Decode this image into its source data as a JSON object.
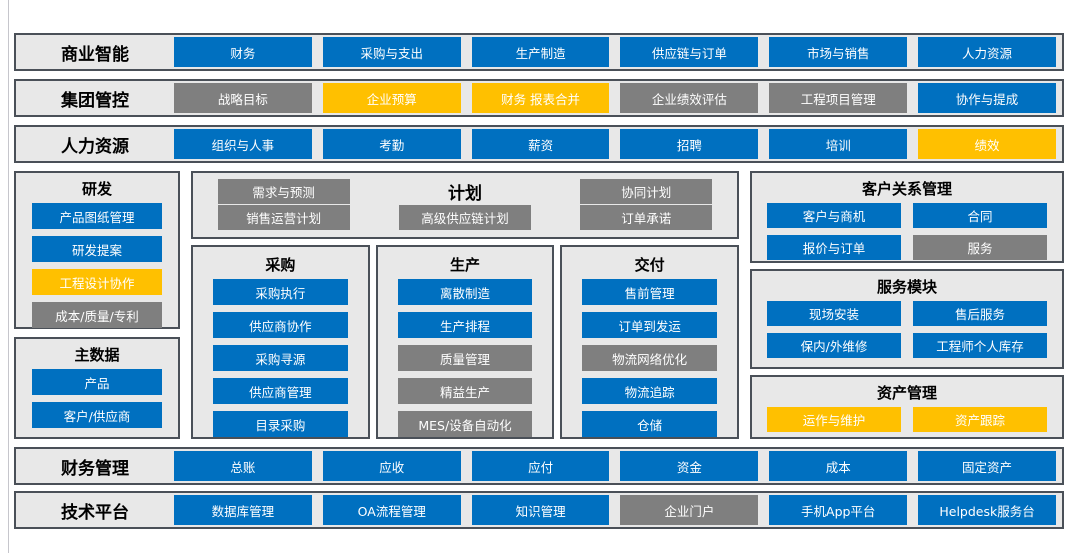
{
  "colors": {
    "blue": "#0070C0",
    "yellow": "#FFC000",
    "gray": "#7F7F7F",
    "panel_bg": "#E8E8E8",
    "panel_border": "#4A5058",
    "button_text": "#FFFFFF"
  },
  "bands": [
    {
      "label": "商业智能",
      "buttons": [
        {
          "label": "财务",
          "color": "blue"
        },
        {
          "label": "采购与支出",
          "color": "blue"
        },
        {
          "label": "生产制造",
          "color": "blue"
        },
        {
          "label": "供应链与订单",
          "color": "blue"
        },
        {
          "label": "市场与销售",
          "color": "blue"
        },
        {
          "label": "人力资源",
          "color": "blue"
        }
      ]
    },
    {
      "label": "集团管控",
      "buttons": [
        {
          "label": "战略目标",
          "color": "gray"
        },
        {
          "label": "企业预算",
          "color": "yellow"
        },
        {
          "label": "财务 报表合并",
          "color": "yellow"
        },
        {
          "label": "企业绩效评估",
          "color": "gray"
        },
        {
          "label": "工程项目管理",
          "color": "gray"
        },
        {
          "label": "协作与提成",
          "color": "blue"
        }
      ]
    },
    {
      "label": "人力资源",
      "buttons": [
        {
          "label": "组织与人事",
          "color": "blue"
        },
        {
          "label": "考勤",
          "color": "blue"
        },
        {
          "label": "薪资",
          "color": "blue"
        },
        {
          "label": "招聘",
          "color": "blue"
        },
        {
          "label": "培训",
          "color": "blue"
        },
        {
          "label": "绩效",
          "color": "yellow"
        }
      ]
    },
    {
      "label": "财务管理",
      "buttons": [
        {
          "label": "总账",
          "color": "blue"
        },
        {
          "label": "应收",
          "color": "blue"
        },
        {
          "label": "应付",
          "color": "blue"
        },
        {
          "label": "资金",
          "color": "blue"
        },
        {
          "label": "成本",
          "color": "blue"
        },
        {
          "label": "固定资产",
          "color": "blue"
        }
      ]
    },
    {
      "label": "技术平台",
      "buttons": [
        {
          "label": "数据库管理",
          "color": "blue"
        },
        {
          "label": "OA流程管理",
          "color": "blue"
        },
        {
          "label": "知识管理",
          "color": "blue"
        },
        {
          "label": "企业门户",
          "color": "gray"
        },
        {
          "label": "手机App平台",
          "color": "blue"
        },
        {
          "label": "Helpdesk服务台",
          "color": "blue"
        }
      ]
    }
  ],
  "middle": {
    "rnd": {
      "title": "研发",
      "buttons": [
        {
          "label": "产品图纸管理",
          "color": "blue"
        },
        {
          "label": "研发提案",
          "color": "blue"
        },
        {
          "label": "工程设计协作",
          "color": "yellow"
        },
        {
          "label": "成本/质量/专利",
          "color": "gray"
        }
      ]
    },
    "master_data": {
      "title": "主数据",
      "buttons": [
        {
          "label": "产品",
          "color": "blue"
        },
        {
          "label": "客户/供应商",
          "color": "blue"
        }
      ]
    },
    "plan": {
      "title": "计划",
      "top": [
        {
          "label": "需求与预测",
          "color": "gray"
        },
        {
          "label": "协同计划",
          "color": "gray"
        }
      ],
      "bottom": [
        {
          "label": "销售运营计划",
          "color": "gray"
        },
        {
          "label": "高级供应链计划",
          "color": "gray"
        },
        {
          "label": "订单承诺",
          "color": "gray"
        }
      ]
    },
    "procurement": {
      "title": "采购",
      "buttons": [
        {
          "label": "采购执行",
          "color": "blue"
        },
        {
          "label": "供应商协作",
          "color": "blue"
        },
        {
          "label": "采购寻源",
          "color": "blue"
        },
        {
          "label": "供应商管理",
          "color": "blue"
        },
        {
          "label": "目录采购",
          "color": "blue"
        }
      ]
    },
    "production": {
      "title": "生产",
      "buttons": [
        {
          "label": "离散制造",
          "color": "blue"
        },
        {
          "label": "生产排程",
          "color": "blue"
        },
        {
          "label": "质量管理",
          "color": "gray"
        },
        {
          "label": "精益生产",
          "color": "gray"
        },
        {
          "label": "MES/设备自动化",
          "color": "gray"
        }
      ]
    },
    "delivery": {
      "title": "交付",
      "buttons": [
        {
          "label": "售前管理",
          "color": "blue"
        },
        {
          "label": "订单到发运",
          "color": "blue"
        },
        {
          "label": "物流网络优化",
          "color": "gray"
        },
        {
          "label": "物流追踪",
          "color": "blue"
        },
        {
          "label": "仓储",
          "color": "blue"
        }
      ]
    },
    "crm": {
      "title": "客户关系管理",
      "buttons": [
        {
          "label": "客户与商机",
          "color": "blue"
        },
        {
          "label": "合同",
          "color": "blue"
        },
        {
          "label": "报价与订单",
          "color": "blue"
        },
        {
          "label": "服务",
          "color": "gray"
        }
      ]
    },
    "service": {
      "title": "服务模块",
      "buttons": [
        {
          "label": "现场安装",
          "color": "blue"
        },
        {
          "label": "售后服务",
          "color": "blue"
        },
        {
          "label": "保内/外维修",
          "color": "blue"
        },
        {
          "label": "工程师个人库存",
          "color": "blue"
        }
      ]
    },
    "asset": {
      "title": "资产管理",
      "buttons": [
        {
          "label": "运作与维护",
          "color": "yellow"
        },
        {
          "label": "资产跟踪",
          "color": "yellow"
        }
      ]
    }
  }
}
